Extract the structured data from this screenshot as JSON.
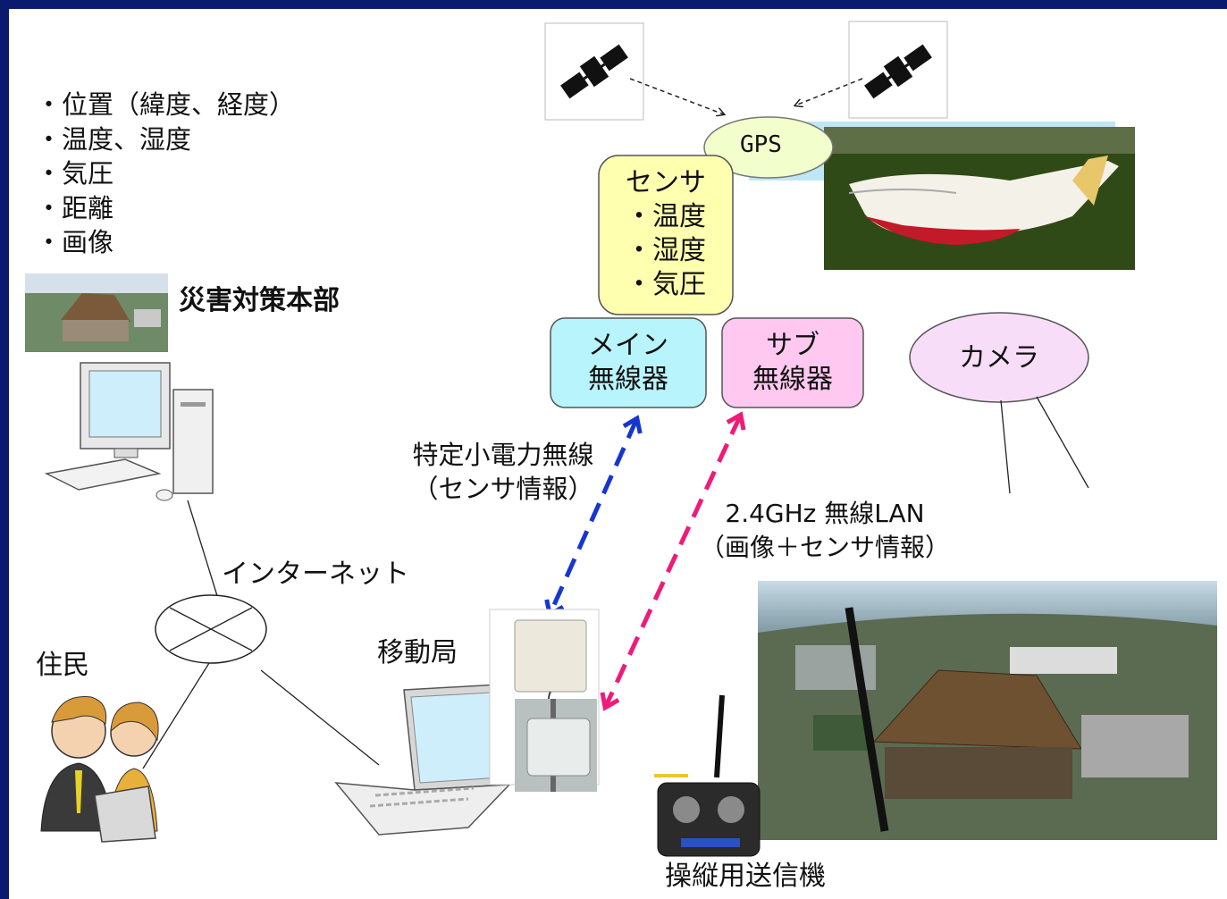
{
  "measurements": {
    "items": [
      "位置（緯度、経度）",
      "温度、湿度",
      "気圧",
      "距離",
      "画像"
    ]
  },
  "hq": {
    "label": "災害対策本部"
  },
  "network": {
    "internet_label": "インターネット"
  },
  "residents": {
    "label": "住民"
  },
  "mobile_station": {
    "label": "移動局"
  },
  "gps": {
    "label": "GPS"
  },
  "sensor": {
    "title": "センサ",
    "items": [
      "温度",
      "湿度",
      "気圧"
    ]
  },
  "main_radio": {
    "line1": "メイン",
    "line2": "無線器"
  },
  "sub_radio": {
    "line1": "サブ",
    "line2": "無線器"
  },
  "camera": {
    "label": "カメラ"
  },
  "links": {
    "low_power": {
      "line1": "特定小電力無線",
      "line2": "（センサ情報）"
    },
    "wlan": {
      "line1": "2.4GHz 無線LAN",
      "line2": "（画像＋センサ情報）"
    }
  },
  "transmitter": {
    "label": "操縦用送信機"
  },
  "colors": {
    "sensor_fill": "#ffffb0",
    "main_radio_fill": "#b8f4fb",
    "sub_radio_fill": "#ffc8f0",
    "camera_fill": "#f8ddf8",
    "gps_fill": "#f2ffcc",
    "low_power_arrow": "#1636d0",
    "wlan_arrow": "#f01a78",
    "background": "#0a1a6e"
  }
}
